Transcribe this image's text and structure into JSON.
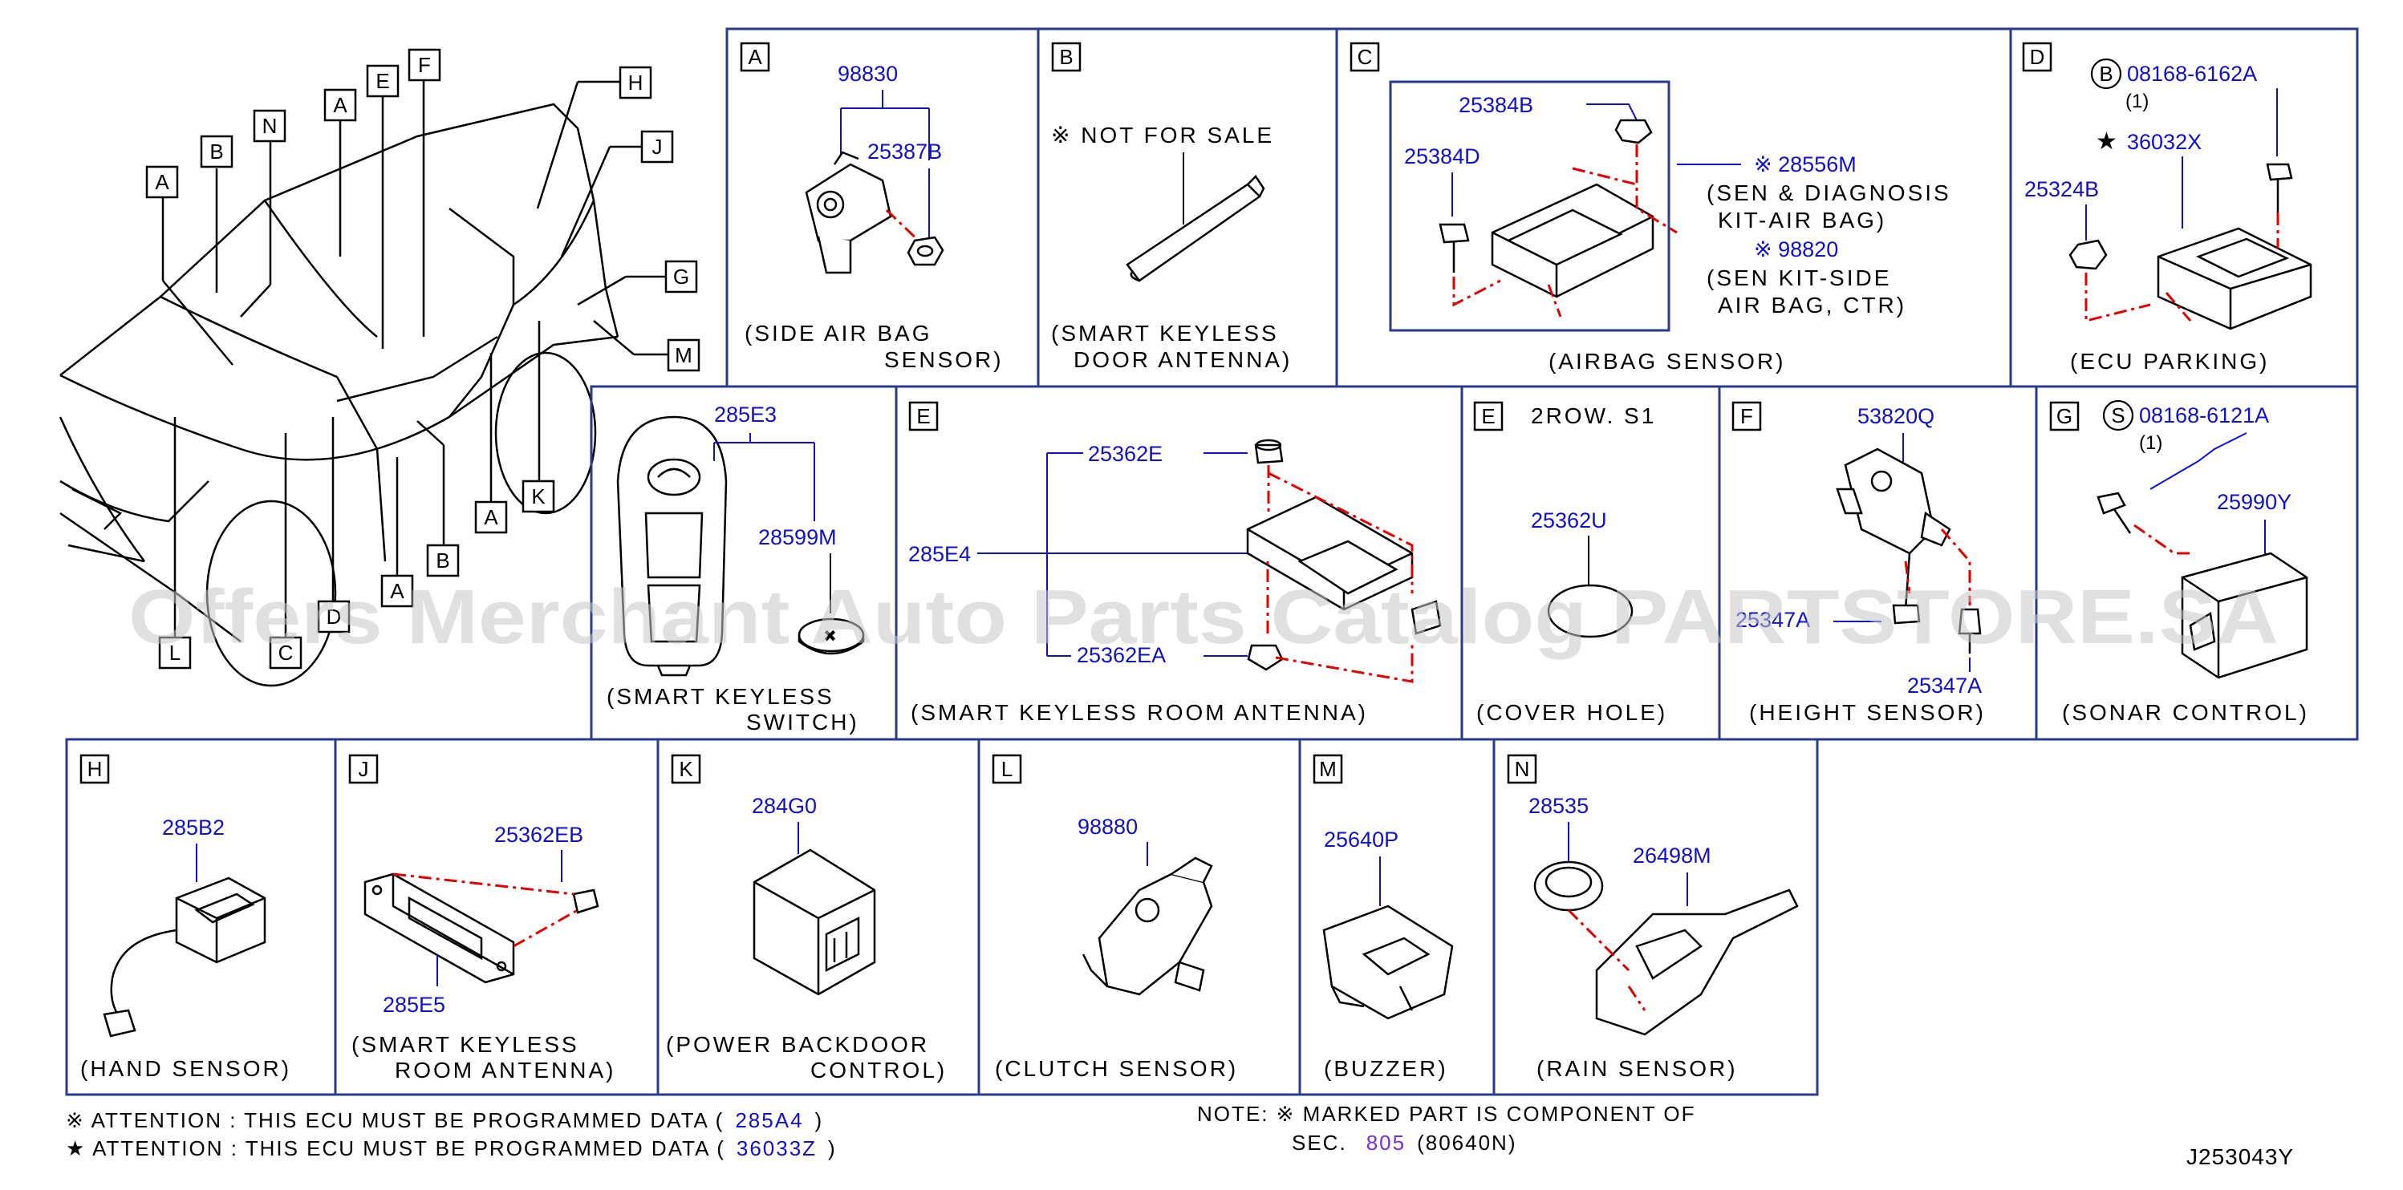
{
  "watermark": "Offers Merchant Auto Parts Catalog PARTSTORE.SA",
  "drawing_id": "J253043Y",
  "vehicle_callouts": [
    "A",
    "B",
    "N",
    "E",
    "F",
    "H",
    "J",
    "G",
    "M",
    "K",
    "A",
    "B",
    "A",
    "D",
    "C",
    "L"
  ],
  "panels": {
    "A": {
      "letter": "A",
      "parts": [
        "98830",
        "25387B"
      ],
      "caption": [
        "(SIDE  AIR  BAG",
        "SENSOR)"
      ]
    },
    "B": {
      "letter": "B",
      "note": "※ NOT  FOR  SALE",
      "caption": [
        "(SMART  KEYLESS",
        "DOOR  ANTENNA)"
      ]
    },
    "C": {
      "letter": "C",
      "parts": [
        "25384B",
        "25384D",
        "※ 28556M",
        "※ 98820"
      ],
      "desc1": [
        "(SEN  &  DIAGNOSIS",
        "KIT-AIR  BAG)"
      ],
      "desc2": [
        "(SEN  KIT-SIDE",
        "AIR  BAG,  CTR)"
      ],
      "caption": "(AIRBAG  SENSOR)"
    },
    "D": {
      "letter": "D",
      "bolt_mark": "B",
      "parts": [
        "08168-6162A",
        "36032X",
        "25324B"
      ],
      "qty": "(1)",
      "star": "★",
      "caption": "(ECU  PARKING)"
    },
    "SW": {
      "parts": [
        "285E3",
        "28599M"
      ],
      "caption": [
        "(SMART  KEYLESS",
        "SWITCH)"
      ]
    },
    "E": {
      "letter": "E",
      "parts": [
        "25362E",
        "285E4",
        "25362EA"
      ],
      "caption": "(SMART  KEYLESS  ROOM  ANTENNA)"
    },
    "E2": {
      "letter": "E",
      "label": "2ROW.  S1",
      "parts": [
        "25362U"
      ],
      "caption": "(COVER  HOLE)"
    },
    "F": {
      "letter": "F",
      "parts": [
        "53820Q",
        "25347A",
        "25347A"
      ],
      "caption": "(HEIGHT  SENSOR)"
    },
    "G": {
      "letter": "G",
      "bolt_mark": "S",
      "parts": [
        "08168-6121A",
        "25990Y"
      ],
      "qty": "(1)",
      "caption": "(SONAR  CONTROL)"
    },
    "H": {
      "letter": "H",
      "parts": [
        "285B2"
      ],
      "caption": "(HAND  SENSOR)"
    },
    "J": {
      "letter": "J",
      "parts": [
        "25362EB",
        "285E5"
      ],
      "caption": [
        "(SMART  KEYLESS",
        "ROOM  ANTENNA)"
      ]
    },
    "K": {
      "letter": "K",
      "parts": [
        "284G0"
      ],
      "caption": [
        "(POWER  BACKDOOR",
        "CONTROL)"
      ]
    },
    "L": {
      "letter": "L",
      "parts": [
        "98880"
      ],
      "caption": "(CLUTCH  SENSOR)"
    },
    "M": {
      "letter": "M",
      "parts": [
        "25640P"
      ],
      "caption": "(BUZZER)"
    },
    "N": {
      "letter": "N",
      "parts": [
        "28535",
        "26498M"
      ],
      "caption": "(RAIN  SENSOR)"
    }
  },
  "footer": {
    "attention1_pre": "※ ATTENTION  :  THIS  ECU  MUST  BE  PROGRAMMED  DATA  (",
    "attention1_code": "285A4",
    "attention2_pre": "★ ATTENTION  :  THIS  ECU  MUST  BE  PROGRAMMED  DATA  (",
    "attention2_code": "36033Z",
    "close": ")",
    "note_line1": "NOTE:  ※ MARKED  PART  IS  COMPONENT  OF",
    "note_sec": "SEC.",
    "note_sec_num": "805",
    "note_sec_tail": "(80640N)"
  },
  "colors": {
    "frame": "#2a3a8f",
    "part_number": "#1010cc",
    "phantom": "#e00000",
    "sec_link": "#7a2fd0"
  }
}
